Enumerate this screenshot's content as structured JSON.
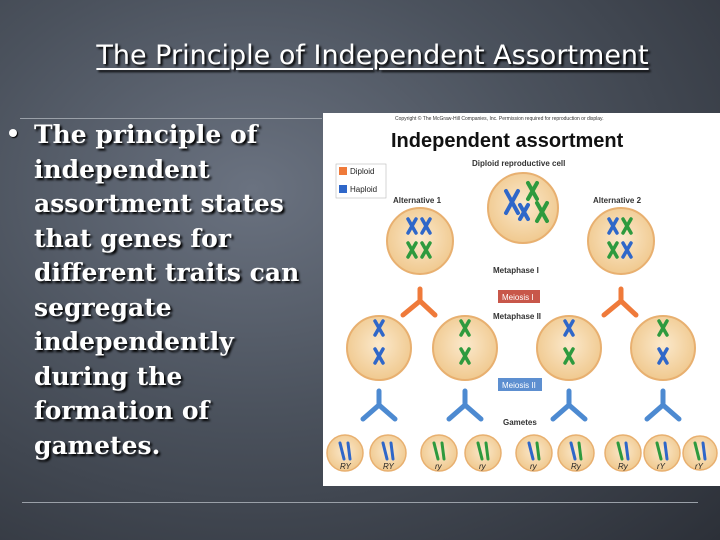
{
  "slide": {
    "title": "The Principle of Independent Assortment",
    "bullet": "The principle of independent assortment states that genes for different traits can segregate independently during the formation of gametes."
  },
  "figure": {
    "copyright": "Copyright © The McGraw-Hill Companies, Inc. Permission required for reproduction or display.",
    "heading": "Independent assortment",
    "legend": [
      {
        "label": "Diploid",
        "color": "#ef7a3a"
      },
      {
        "label": "Haploid",
        "color": "#2f67c9"
      }
    ],
    "labels": {
      "diploid_cell": "Diploid reproductive cell",
      "alt1": "Alternative 1",
      "alt2": "Alternative 2",
      "metaphase1": "Metaphase I",
      "meiosis1": "Meiosis I",
      "metaphase2": "Metaphase II",
      "meiosis2": "Meiosis II",
      "gametes": "Gametes"
    },
    "gamete_labels": [
      "RY",
      "RY",
      "ry",
      "ry",
      "ry",
      "Ry",
      "Ry",
      "rY",
      "rY"
    ],
    "colors": {
      "cell_fill": "#f5d9ad",
      "cell_border": "#e8b070",
      "chrom_blue": "#2f67c9",
      "chrom_green": "#2e9a3e",
      "arrow": "#4d8ad1",
      "arrow_orange": "#ef7a3a",
      "label_box": "#c8574a"
    }
  }
}
